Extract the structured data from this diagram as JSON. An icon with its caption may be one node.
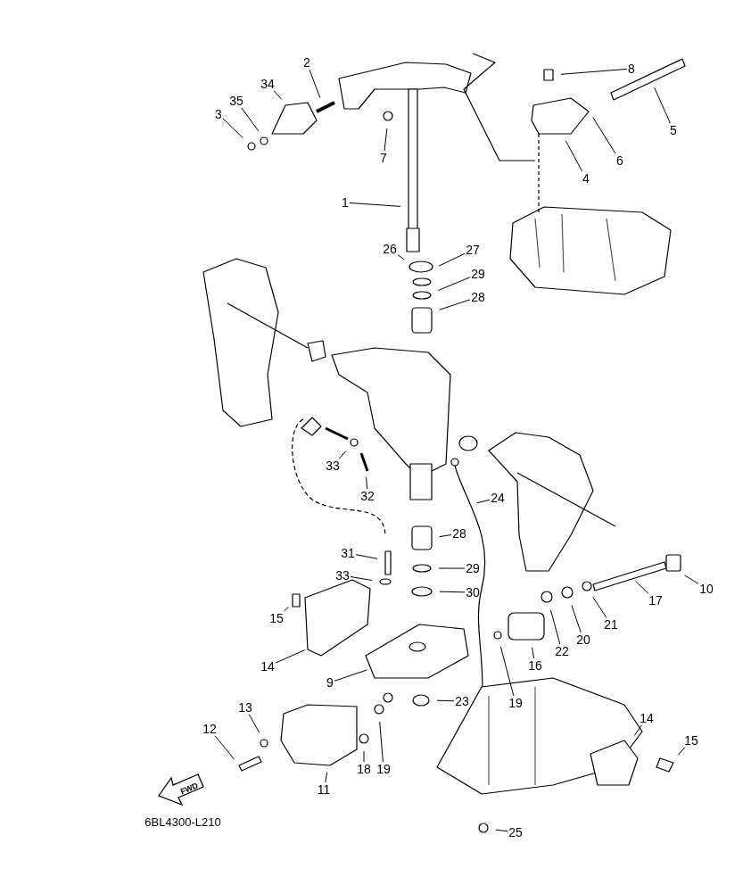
{
  "diagram": {
    "nodes": [
      {
        "text": [
          "2"
        ]
      },
      {
        "text": [
          "8"
        ]
      },
      {
        "text": [
          "34"
        ]
      },
      {
        "text": [
          "35"
        ]
      },
      {
        "text": [
          "3"
        ]
      },
      {
        "text": [
          "5"
        ]
      },
      {
        "text": [
          "7"
        ]
      },
      {
        "text": [
          "6"
        ]
      },
      {
        "text": [
          "4"
        ]
      },
      {
        "text": [
          "1"
        ]
      },
      {
        "text": [
          "26"
        ]
      },
      {
        "text": [
          "27"
        ]
      },
      {
        "text": [
          "29"
        ]
      },
      {
        "text": [
          "28"
        ]
      },
      {
        "text": [
          "33"
        ]
      },
      {
        "text": [
          "32"
        ]
      },
      {
        "text": [
          "24"
        ]
      },
      {
        "text": [
          "28"
        ]
      },
      {
        "text": [
          "31"
        ]
      },
      {
        "text": [
          "29"
        ]
      },
      {
        "text": [
          "33"
        ]
      },
      {
        "text": [
          "10"
        ]
      },
      {
        "text": [
          "30"
        ]
      },
      {
        "text": [
          "17"
        ]
      },
      {
        "text": [
          "15"
        ]
      },
      {
        "text": [
          "21"
        ]
      },
      {
        "text": [
          "20"
        ]
      },
      {
        "text": [
          "22"
        ]
      },
      {
        "text": [
          "14"
        ]
      },
      {
        "text": [
          "16"
        ]
      },
      {
        "text": [
          "9"
        ]
      },
      {
        "text": [
          "19"
        ]
      },
      {
        "text": [
          "23"
        ]
      },
      {
        "text": [
          "13"
        ]
      },
      {
        "text": [
          "14"
        ]
      },
      {
        "text": [
          "12"
        ]
      },
      {
        "text": [
          "15"
        ]
      },
      {
        "text": [
          "18"
        ]
      },
      {
        "text": [
          "19"
        ]
      },
      {
        "text": [
          "11"
        ]
      },
      {
        "text": [
          "25"
        ]
      }
    ],
    "edges": [
      {
        "from": 0,
        "to": null,
        "arrow": "none"
      },
      {
        "from": 1,
        "to": null,
        "arrow": "none"
      },
      {
        "from": 2,
        "to": null,
        "arrow": "none"
      },
      {
        "from": 3,
        "to": null,
        "arrow": "none"
      },
      {
        "from": 4,
        "to": null,
        "arrow": "none"
      },
      {
        "from": 5,
        "to": null,
        "arrow": "none"
      },
      {
        "from": 6,
        "to": null,
        "arrow": "none"
      },
      {
        "from": 7,
        "to": null,
        "arrow": "none"
      },
      {
        "from": 8,
        "to": null,
        "arrow": "none"
      },
      {
        "from": 9,
        "to": null,
        "arrow": "none"
      },
      {
        "from": 10,
        "to": null,
        "arrow": "none"
      },
      {
        "from": 11,
        "to": null,
        "arrow": "none"
      },
      {
        "from": 12,
        "to": null,
        "arrow": "none"
      },
      {
        "from": 13,
        "to": null,
        "arrow": "none"
      },
      {
        "from": 14,
        "to": null,
        "arrow": "none"
      },
      {
        "from": 15,
        "to": null,
        "arrow": "none"
      },
      {
        "from": 16,
        "to": null,
        "arrow": "none"
      },
      {
        "from": 17,
        "to": null,
        "arrow": "none"
      },
      {
        "from": 18,
        "to": null,
        "arrow": "none"
      },
      {
        "from": 19,
        "to": null,
        "arrow": "none"
      },
      {
        "from": 20,
        "to": null,
        "arrow": "none"
      },
      {
        "from": 21,
        "to": null,
        "arrow": "none"
      },
      {
        "from": 22,
        "to": null,
        "arrow": "none"
      },
      {
        "from": 23,
        "to": null,
        "arrow": "none"
      },
      {
        "from": 24,
        "to": null,
        "arrow": "none"
      },
      {
        "from": 25,
        "to": null,
        "arrow": "none"
      },
      {
        "from": 26,
        "to": null,
        "arrow": "none"
      },
      {
        "from": 27,
        "to": null,
        "arrow": "none"
      },
      {
        "from": 28,
        "to": null,
        "arrow": "none"
      },
      {
        "from": 29,
        "to": null,
        "arrow": "none"
      },
      {
        "from": 30,
        "to": null,
        "arrow": "none"
      },
      {
        "from": 31,
        "to": null,
        "arrow": "none"
      },
      {
        "from": 32,
        "to": null,
        "arrow": "none"
      },
      {
        "from": 33,
        "to": null,
        "arrow": "none"
      },
      {
        "from": 34,
        "to": null,
        "arrow": "none"
      },
      {
        "from": 35,
        "to": null,
        "arrow": "none"
      },
      {
        "from": 36,
        "to": null,
        "arrow": "none"
      },
      {
        "from": 37,
        "to": null,
        "arrow": "none"
      },
      {
        "from": 38,
        "to": null,
        "arrow": "none"
      },
      {
        "from": 39,
        "to": null,
        "arrow": "none"
      },
      {
        "from": 40,
        "to": null,
        "arrow": "none"
      }
    ],
    "labels": [
      "FWD",
      "6BL4300-L210"
    ]
  }
}
